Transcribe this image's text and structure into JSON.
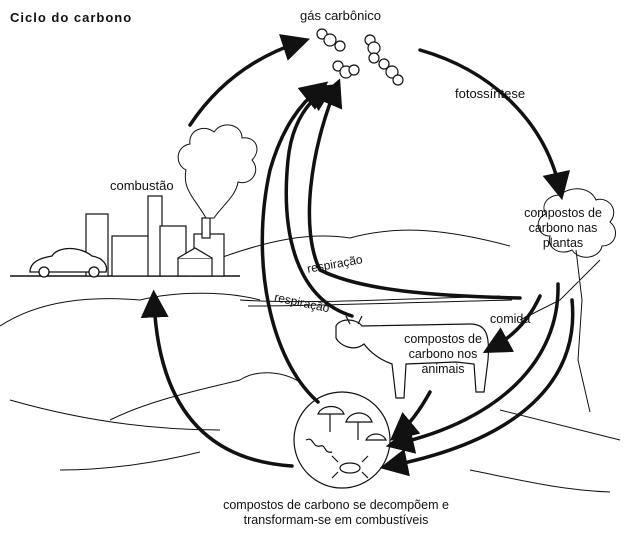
{
  "title": "Ciclo do carbono",
  "nodes": {
    "gas": "gás carbônico",
    "plants": "compostos de carbono nas plantas",
    "animals": "compostos de carbono nos animais",
    "decompose": "compostos de carbono se decompõem e transformam-se em combustíveis",
    "combustion": "combustão"
  },
  "edges": {
    "photosynthesis": "fotossíntese",
    "food": "comida",
    "respiration_1": "respiração",
    "respiration_2": "respiração"
  },
  "colors": {
    "ink": "#111111",
    "background": "#ffffff"
  }
}
